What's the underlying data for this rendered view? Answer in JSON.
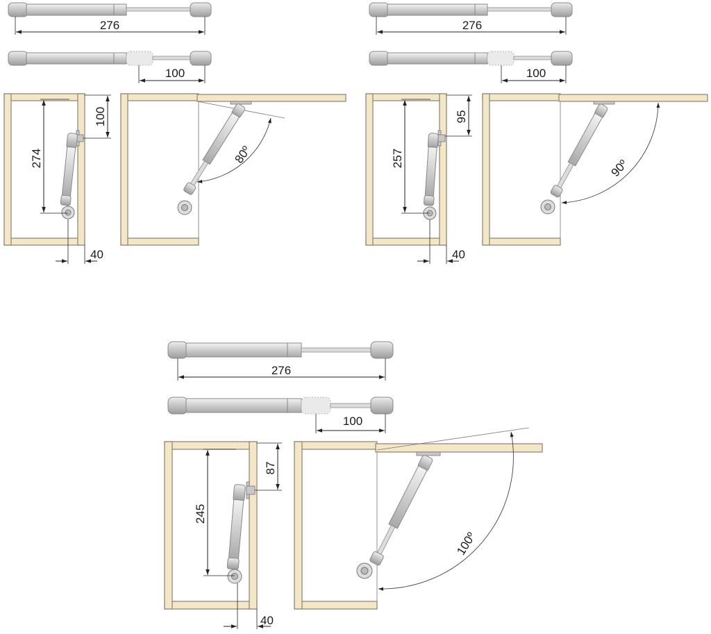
{
  "panels": [
    {
      "id": "80",
      "strut_length": "276",
      "stroke_length": "100",
      "height_label": "274",
      "top_offset_label": "100",
      "depth_label": "40",
      "angle_label": "80º"
    },
    {
      "id": "90",
      "strut_length": "276",
      "stroke_length": "100",
      "height_label": "257",
      "top_offset_label": "95",
      "depth_label": "40",
      "angle_label": "90º"
    },
    {
      "id": "100",
      "strut_length": "276",
      "stroke_length": "100",
      "height_label": "245",
      "top_offset_label": "87",
      "depth_label": "40",
      "angle_label": "100º"
    }
  ],
  "colors": {
    "wood": "#f4e7c8",
    "strut": "#cfcfcf",
    "line": "#222222"
  }
}
